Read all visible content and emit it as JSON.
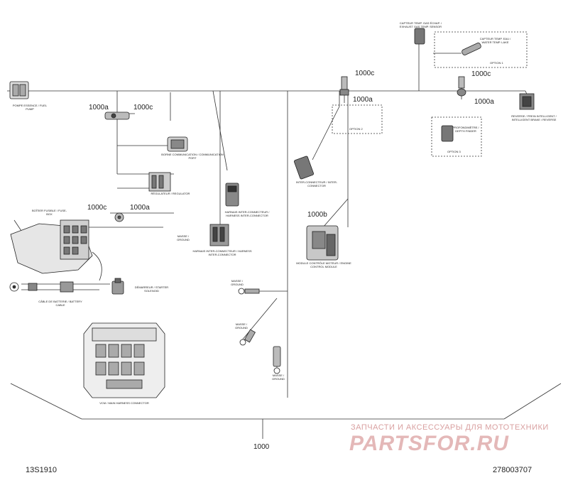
{
  "refs": {
    "r1000": "1000",
    "r1000a": "1000a",
    "r1000b": "1000b",
    "r1000c": "1000c"
  },
  "footer": {
    "left_code": "13S1910",
    "right_code": "278003707"
  },
  "watermark": {
    "top_text": "ЗАПЧАСТИ И АКСЕССУАРЫ ДЛЯ МОТОТЕХНИКИ",
    "logo_text": "PARTSFOR.RU"
  },
  "components": {
    "fuel_pump": "POMPE ESSENCE / FUEL PUMP",
    "comm_port": "BORNE COMMUNICATION / COMMUNICATION PORT",
    "regulator": "RÉGULATEUR / REGULATOR",
    "fuse_box": "BOÎTIER FUSIBLE / FUSE-BOX",
    "ground_left": "MASSE / GROUND",
    "harness_connector_1": "HARNAIS INTER-CONNECTEUR / HARNESS INTER-CONNECTOR",
    "harness_connector_2": "HARNAIS INTER-CONNECTEUR / HARNESS INTER-CONNECTOR",
    "inter_connector": "INTER-CONNECTEUR / INTER-CONNECTOR",
    "engine_module": "MODULE CONTRÔLE MOTEUR / ENGINE CONTROL MODULE",
    "exhaust_sensor": "CAPTEUR TEMP. GAS ÉCHAP. / EXHAUST GAS TEMP. SENSOR",
    "water_sensor": "CAPTEUR TEMP. EAU / WATER TEMP. LAKE",
    "ibr": "REVERSE / FREIN INTELLIGENT / INTELLIGENT BRAKE / REVERSE",
    "depth_finder": "PROFONDIMÈTRE / DEPTH FINDER",
    "starter_solenoid": "DÉMARREUR / STARTER SOLENOID",
    "battery_cable": "CÂBLE DE BATTERIE / BATTERY CABLE",
    "ground_mid": "MASSE / GROUND",
    "ground_low": "MASSE / GROUND",
    "ground_bottom": "MASSE / GROUND",
    "vcm": "VCM / MAIN HARNESS CONNECTOR"
  },
  "options": {
    "option1": "OPTION 1",
    "option2": "OPTION 2",
    "option3": "OPTION 3"
  }
}
